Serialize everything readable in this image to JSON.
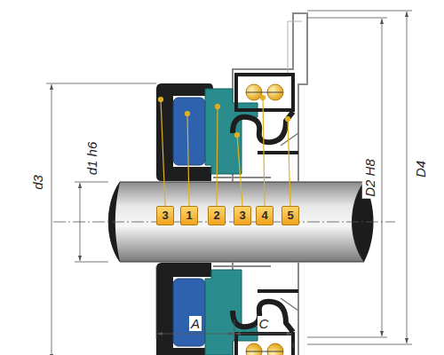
{
  "diagram": {
    "labels": [
      "d3",
      "d1 h6",
      "3",
      "1",
      "2",
      "3",
      "4",
      "5",
      "D2 H8",
      "D4",
      "A",
      "C"
    ]
  }
}
